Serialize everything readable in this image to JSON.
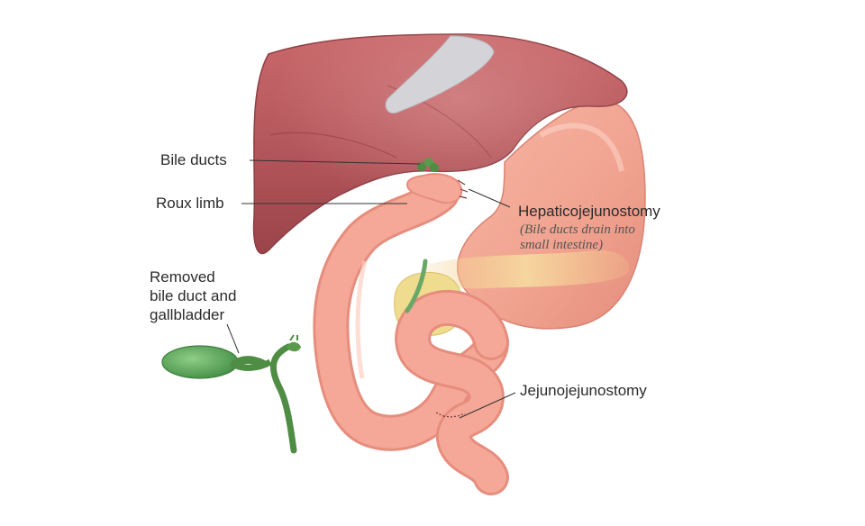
{
  "labels": {
    "bile_ducts": "Bile ducts",
    "roux_limb": "Roux limb",
    "removed": [
      "Removed",
      "bile duct and",
      "gallbladder"
    ],
    "hepaticojejunostomy": "Hepaticojejunostomy",
    "hepatico_note": [
      "(Bile ducts drain into",
      "small intestine)"
    ],
    "jejunojejunostomy": "Jejunojejunostomy"
  },
  "colors": {
    "liver": "#b85a5e",
    "stomach": "#f2a896",
    "intestine": "#f6a898",
    "pancreas": "#f0e09a",
    "gallbladder": "#5fa85f",
    "ligament": "#d4d4d8"
  }
}
